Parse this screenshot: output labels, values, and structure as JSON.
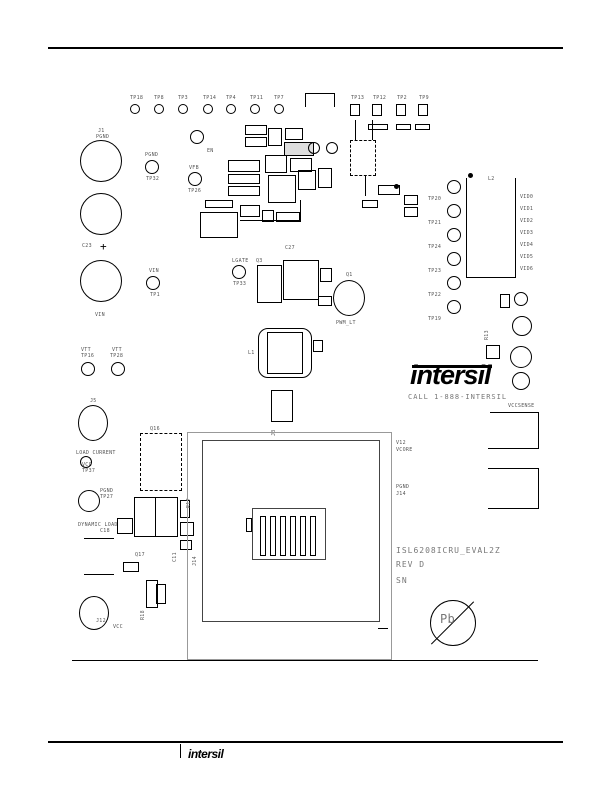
{
  "labels": {
    "tp_row": [
      "TP18",
      "TP8",
      "TP3",
      "TP14",
      "TP4",
      "TP11",
      "TP7"
    ],
    "tp_right": [
      "TP13",
      "TP12",
      "TP2",
      "TP9"
    ],
    "j1": "J1",
    "j1_sub": "PGND",
    "c23": "C23",
    "plus": "+",
    "pgnd": "PGND",
    "tp32": "TP32",
    "vin": "VIN",
    "tp1": "TP1",
    "vin_bottom": "VIN",
    "en": "EN",
    "vfb": "VFB",
    "tp26": "TP26",
    "c27": "C27",
    "lgate": "LGATE",
    "tp33": "TP33",
    "q1": "Q1",
    "pwm_lt": "PWM_LT",
    "l1": "L1",
    "q3": "Q3",
    "j3": "J3",
    "vid": [
      "VID0",
      "VID1",
      "VID2",
      "VID3",
      "VID4",
      "VID5",
      "VID6"
    ],
    "vid_tp": [
      "TP20",
      "TP21",
      "TP24",
      "TP23",
      "TP22",
      "TP19"
    ],
    "l2": "L2",
    "r13": "R13",
    "vtt": "VTT",
    "tp16": "TP16",
    "vtt2": "VTT",
    "tp28": "TP28",
    "j5": "J5",
    "load_current": "LOAD CURRENT",
    "vcc": "VCC",
    "tp37": "TP37",
    "pgnd2": "PGND",
    "tp27": "TP27",
    "c18": "C18",
    "dynamic_load": "DYNAMIC LOAD",
    "q16": "Q16",
    "r17": "R17",
    "c11": "C11",
    "j14": "J14",
    "q17": "Q17",
    "r18": "R18",
    "j12": "J12",
    "vcc2": "VCC",
    "v12": "V12",
    "vcore": "VCORE",
    "pgnd3": "PGND",
    "j14b": "J14",
    "call": "CALL 1-888-INTERSIL",
    "vccsense": "VCCSENSE",
    "board_name": "ISL6208ICRU_EVAL2Z",
    "rev": "REV D",
    "sn": "SN",
    "pb": "Pb"
  },
  "logo_main": "intersil",
  "logo_footer": "intersil"
}
